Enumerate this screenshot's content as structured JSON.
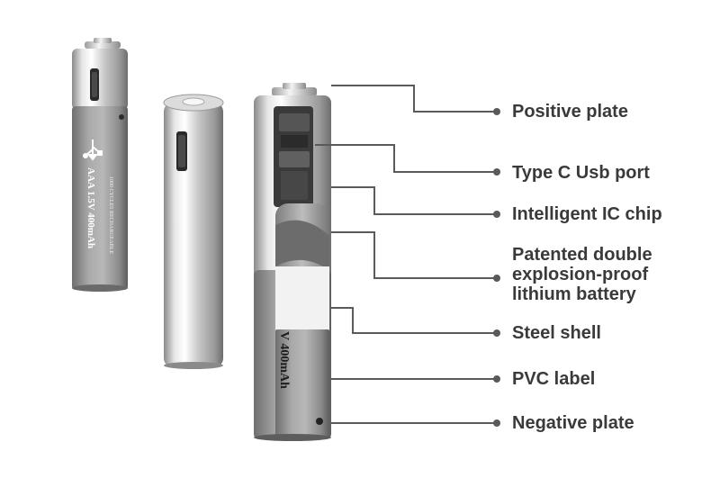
{
  "callouts": [
    {
      "id": "positive-plate",
      "label": "Positive plate"
    },
    {
      "id": "type-c-usb-port",
      "label": "Type C Usb port"
    },
    {
      "id": "intelligent-ic-chip",
      "label": "Intelligent IC chip"
    },
    {
      "id": "battery",
      "lines": [
        "Patented double",
        "explosion-proof",
        "lithium battery"
      ]
    },
    {
      "id": "steel-shell",
      "label": "Steel shell"
    },
    {
      "id": "pvc-label",
      "label": "PVC label"
    },
    {
      "id": "negative-plate",
      "label": "Negative plate"
    }
  ],
  "battery_print": {
    "spec": "AAA  1.5V 400mAh",
    "cycles": "1000 CYCLES  RECHARGEABLE",
    "capacity": "V 400mAh"
  },
  "colors": {
    "line": "#5a5a5a",
    "label_text": "#3a3a3a",
    "steel": "#c9c9c9",
    "label_band": "#8e8e8e"
  },
  "icons": [
    "usb-icon",
    "usb-port-icon"
  ]
}
